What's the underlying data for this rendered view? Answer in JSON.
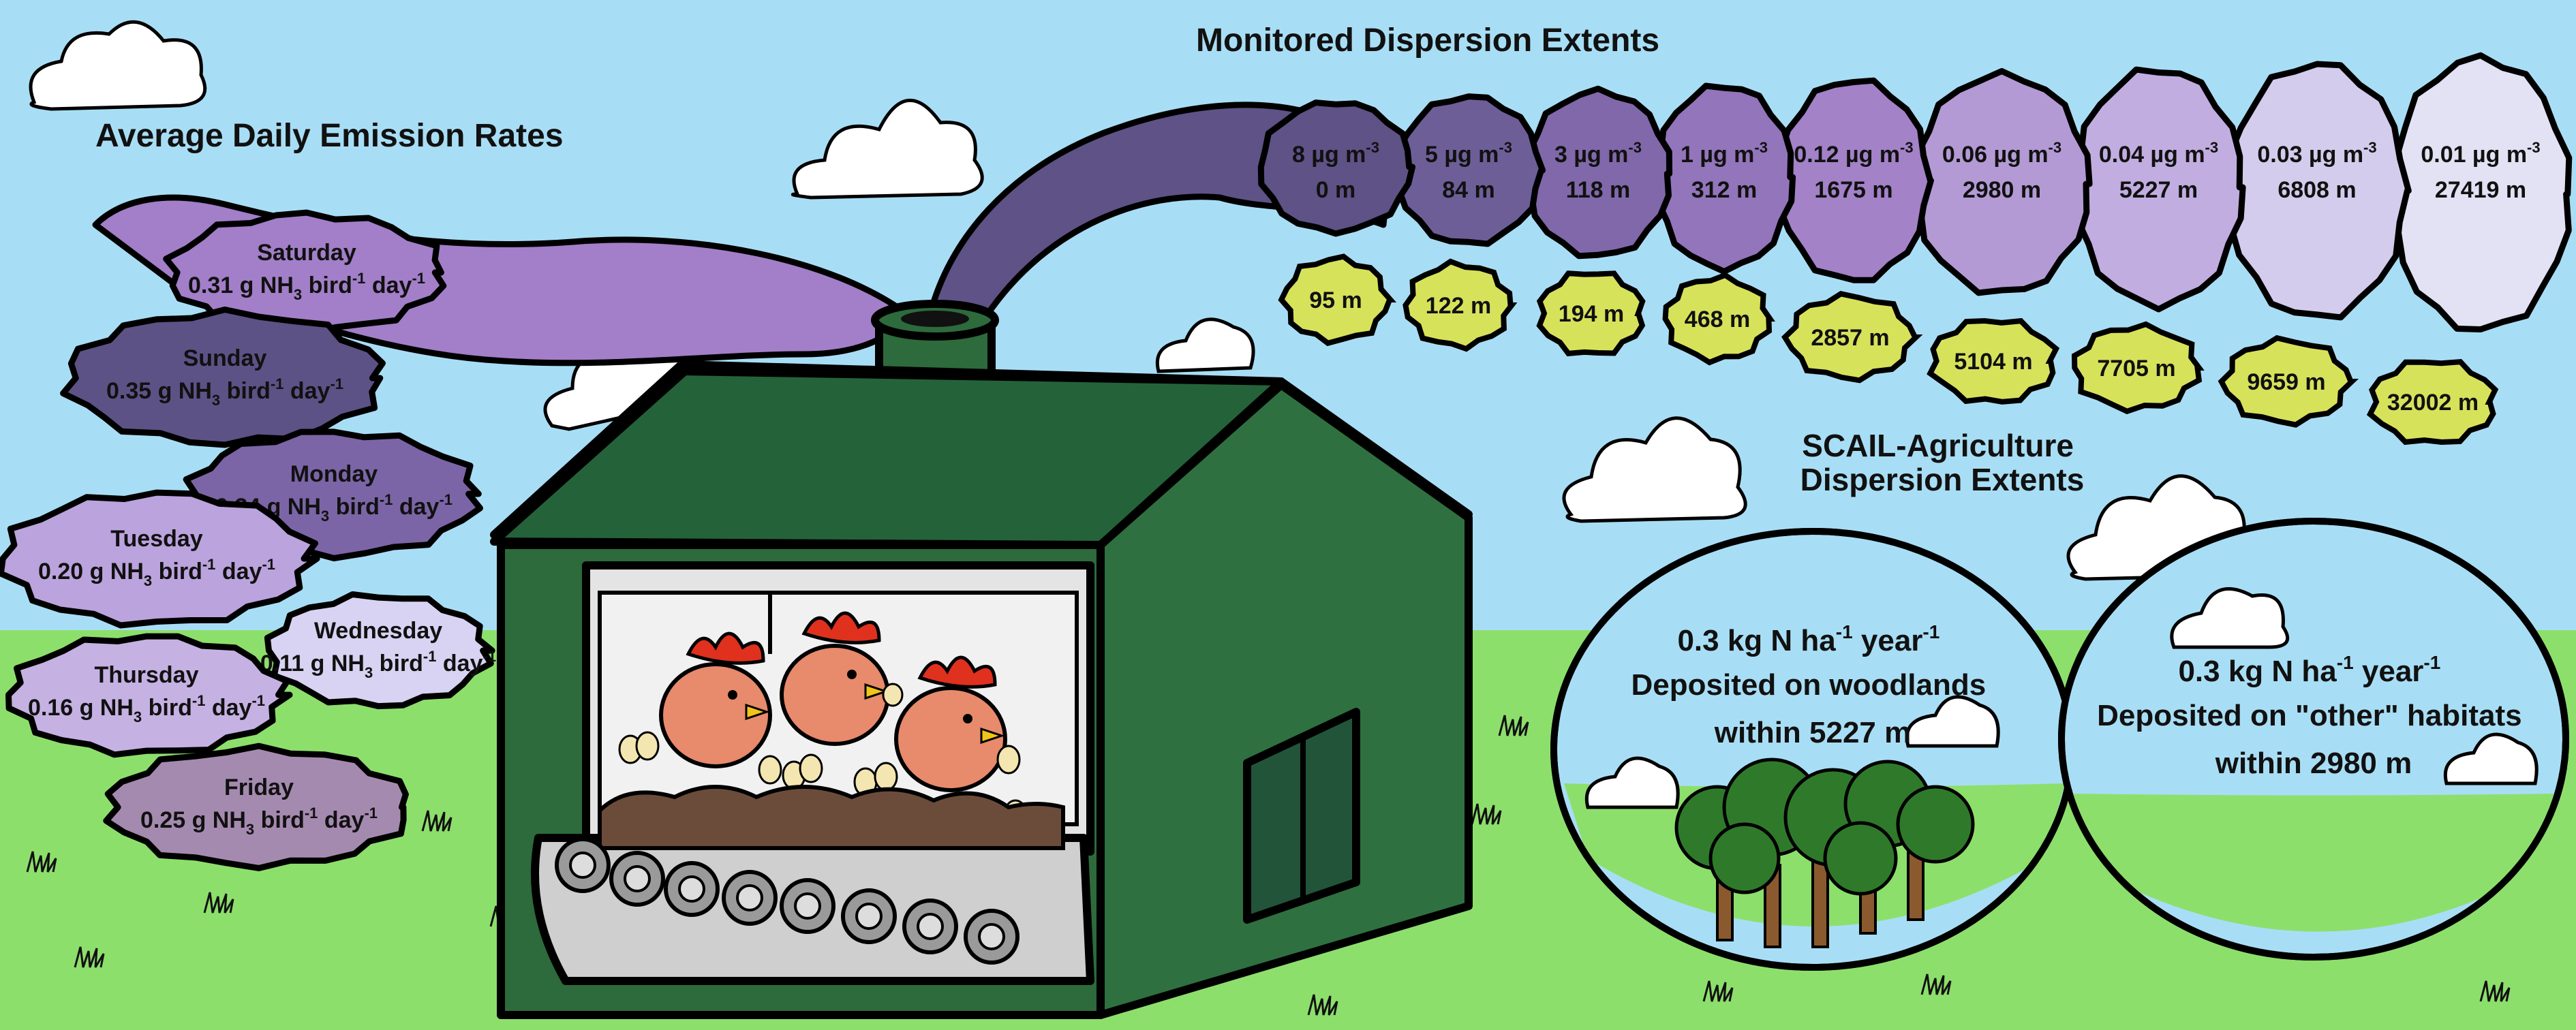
{
  "colors": {
    "sky": "#a8def5",
    "grass": "#8ddf6c",
    "barn": "#2d6a3c",
    "barn_dark": "#1f4f2b",
    "plume": "#5e5286",
    "scail_blob": "#d7e25b",
    "hen": "#e88a6c",
    "comb": "#e0301e",
    "manure": "#6b4c3a"
  },
  "emissions": {
    "title": "Average Daily Emission Rates",
    "unit_prefix": "g NH",
    "unit_mid": " bird",
    "unit_end": " day",
    "days": [
      {
        "day": "Saturday",
        "rate": "0.31",
        "color": "#a27fc8"
      },
      {
        "day": "Sunday",
        "rate": "0.35",
        "color": "#5d5286"
      },
      {
        "day": "Monday",
        "rate": "0.34",
        "color": "#7b65a6"
      },
      {
        "day": "Tuesday",
        "rate": "0.20",
        "color": "#bba3dd"
      },
      {
        "day": "Wednesday",
        "rate": "0.11",
        "color": "#d8d3f2"
      },
      {
        "day": "Thursday",
        "rate": "0.16",
        "color": "#c6b1e3"
      },
      {
        "day": "Friday",
        "rate": "0.25",
        "color": "#a58ab0"
      }
    ]
  },
  "monitored": {
    "title": "Monitored Dispersion Extents",
    "unit": " µg m",
    "items": [
      {
        "conc": "8",
        "distance": "0 m",
        "color": "#5e5286"
      },
      {
        "conc": "5",
        "distance": "84 m",
        "color": "#6e5e98"
      },
      {
        "conc": "3",
        "distance": "118 m",
        "color": "#8068aa"
      },
      {
        "conc": "1",
        "distance": "312 m",
        "color": "#9375bb"
      },
      {
        "conc": "0.12",
        "distance": "1675 m",
        "color": "#a382c8"
      },
      {
        "conc": "0.06",
        "distance": "2980 m",
        "color": "#b39ad5"
      },
      {
        "conc": "0.04",
        "distance": "5227 m",
        "color": "#c1ade0"
      },
      {
        "conc": "0.03",
        "distance": "6808 m",
        "color": "#d3ccec"
      },
      {
        "conc": "0.01",
        "distance": "27419 m",
        "color": "#e3e1f4"
      }
    ]
  },
  "scail": {
    "title_line1": "SCAIL-Agriculture",
    "title_line2": "Dispersion Extents",
    "distances": [
      "95 m",
      "122 m",
      "194 m",
      "468 m",
      "2857 m",
      "5104 m",
      "7705 m",
      "9659 m",
      "32002 m"
    ]
  },
  "deposition": {
    "rate_prefix": "0.3 kg N ha",
    "rate_mid": " year",
    "woodlands": {
      "line2": "Deposited on woodlands",
      "line3": "within 5227 m"
    },
    "other": {
      "line2": "Deposited on \"other\" habitats",
      "line3": "within 2980 m"
    }
  }
}
